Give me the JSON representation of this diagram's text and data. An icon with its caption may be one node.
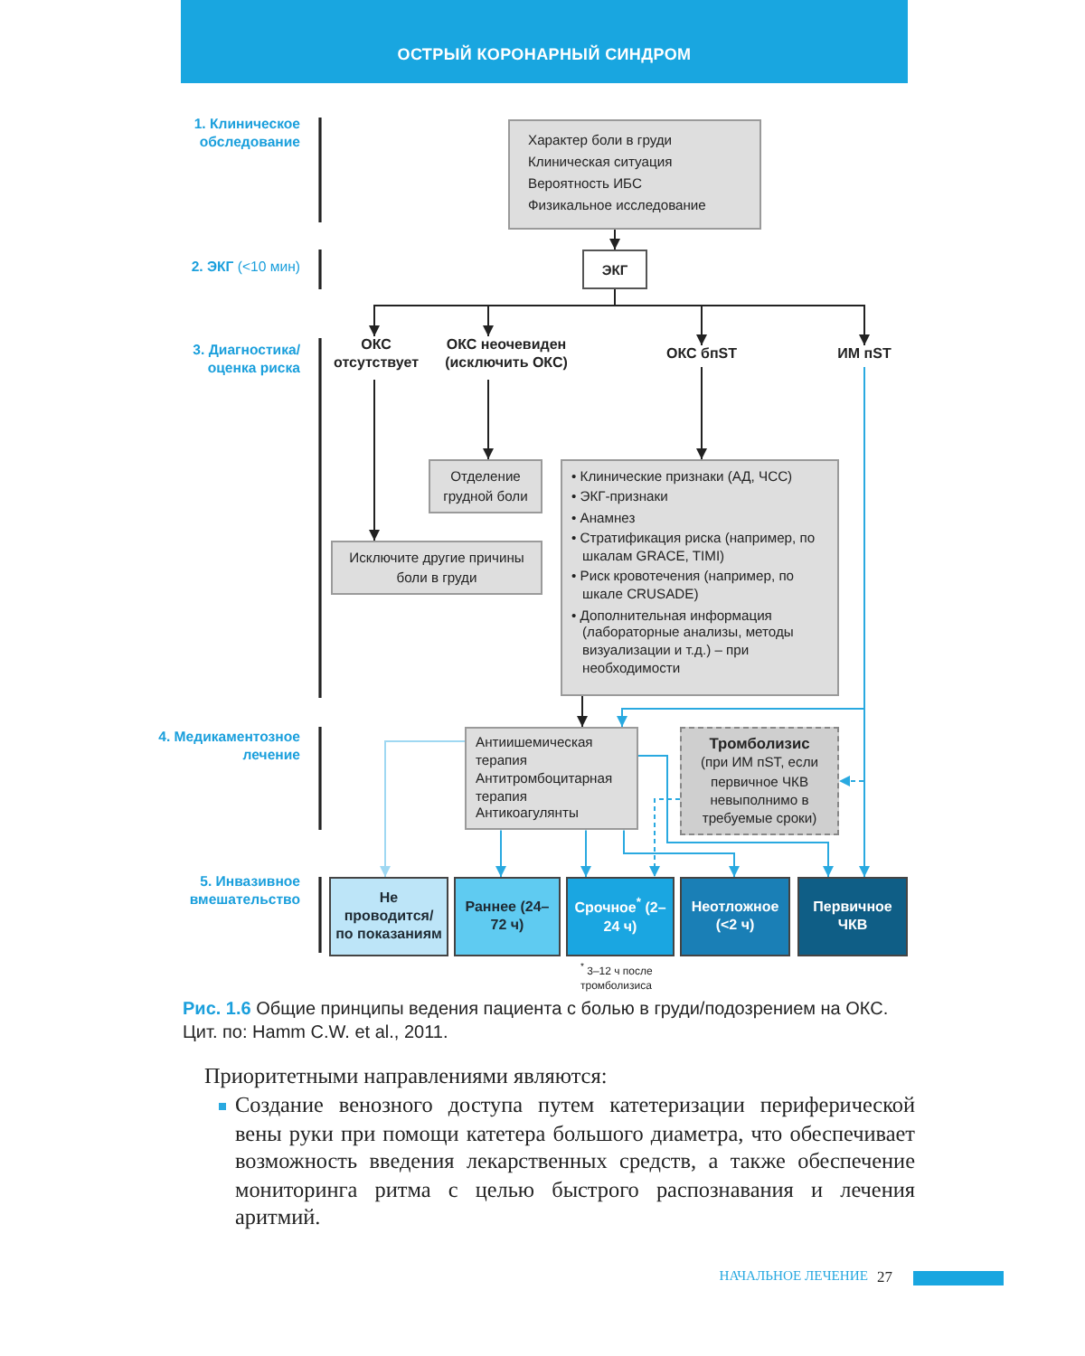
{
  "diagram": {
    "title": "ОСТРЫЙ КОРОНАРНЫЙ СИНДРОМ",
    "caption": "**Рис. 1.6** Общие принципы ведения пациента с болью в груди/подозрением на ОКС. Цит. по: Hamm C.W. et al., 2011.",
    "nodes": [
      {
        "text": [
          "Характер боли в груди",
          "Клиническая ситуация",
          "Вероятность ИБС",
          "Физикальное исследование"
        ]
      },
      {
        "text": [
          "ЭКГ"
        ]
      },
      {
        "text": [
          "ОКС отсутствует"
        ]
      },
      {
        "text": [
          "ОКС неочевиден (исключить ОКС)"
        ]
      },
      {
        "text": [
          "ОКС бпST"
        ]
      },
      {
        "text": [
          "ИМ пST"
        ]
      },
      {
        "text": [
          "Отделение грудной боли"
        ]
      },
      {
        "text": [
          "Исключите другие причины боли в груди"
        ]
      },
      {
        "text": [
          "• Клинические признаки (АД, ЧСС)",
          "• ЭКГ-признаки",
          "• Анамнез",
          "• Стратификация риска (например, по шкалам GRACE, TIMI)",
          "• Риск кровотечения (например, по шкале CRUSADE)",
          "• Дополнительная информация (лабораторные анализы, методы визуализации и т.д.) – при необходимости"
        ]
      },
      {
        "text": [
          "Антиишемическая терапия",
          "Антитромбоцитарная терапия",
          "Антикоагулянты"
        ]
      },
      {
        "text": [
          "Тромболизис",
          "(при ИМ пST, если первичное ЧКВ невыполнимо в требуемые сроки)"
        ]
      },
      {
        "text": [
          "Не проводится/ по показаниям"
        ]
      },
      {
        "text": [
          "Раннее (24–72 ч)"
        ]
      },
      {
        "text": [
          "Срочное$^{*}$ (2–24 ч)"
        ],
        "beside": [
          "$^{*}$ 3–12 ч после тромболизиса"
        ]
      },
      {
        "text": [
          "Неотложное (<2 ч)"
        ]
      },
      {
        "text": [
          "Первичное ЧКВ"
        ]
      }
    ],
    "edges": [
      {
        "from": 0,
        "to": 1,
        "arrow": "to"
      },
      {
        "from": 1,
        "to": 2,
        "arrow": "to"
      },
      {
        "from": 1,
        "to": 3,
        "arrow": "to"
      },
      {
        "from": 1,
        "to": 4,
        "arrow": "to"
      },
      {
        "from": 1,
        "to": 5,
        "arrow": "to"
      },
      {
        "from": 2,
        "to": 7,
        "arrow": "to"
      },
      {
        "from": 3,
        "to": 6,
        "arrow": "to"
      },
      {
        "from": 4,
        "to": 8,
        "arrow": "to"
      },
      {
        "from": 8,
        "to": 9,
        "arrow": "to"
      },
      {
        "from": 5,
        "to": 9,
        "arrow": "to",
        "color": "#29a9e0"
      },
      {
        "from": 5,
        "to": 10,
        "arrow": "to",
        "style": "dashed",
        "color": "#29a9e0"
      },
      {
        "from": 5,
        "to": 15,
        "arrow": "to",
        "color": "#29a9e0"
      },
      {
        "from": 9,
        "to": 11,
        "arrow": "to",
        "color": "#9fd8f2"
      },
      {
        "from": 9,
        "to": 12,
        "arrow": "to",
        "color": "#29a9e0"
      },
      {
        "from": 9,
        "to": 13,
        "arrow": "to",
        "color": "#29a9e0"
      },
      {
        "from": 9,
        "to": 14,
        "arrow": "to",
        "color": "#29a9e0"
      },
      {
        "from": 9,
        "to": 15,
        "arrow": "to",
        "color": "#29a9e0"
      },
      {
        "from": 10,
        "to": 13,
        "arrow": "to",
        "style": "dashed",
        "color": "#29a9e0"
      }
    ],
    "labels": [
      "1. Клиническое обследование",
      "**2. ЭКГ** (<10 мин)",
      "3. Диагностика/ оценка риска",
      "4. Медикаментозное лечение",
      "5. Инвазивное вмешательство",
      "Приоритетными направлениями являются:",
      "Создание венозного доступа путем катетеризации периферической вены руки при помощи катетера большого диаметра, что обеспечивает возможность введения лекарственных средств, а также обеспечение мониторинга ритма с целью быстрого распознавания и лечения аритмий.",
      "НАЧАЛЬНОЕ ЛЕЧЕНИЕ",
      "27"
    ]
  }
}
